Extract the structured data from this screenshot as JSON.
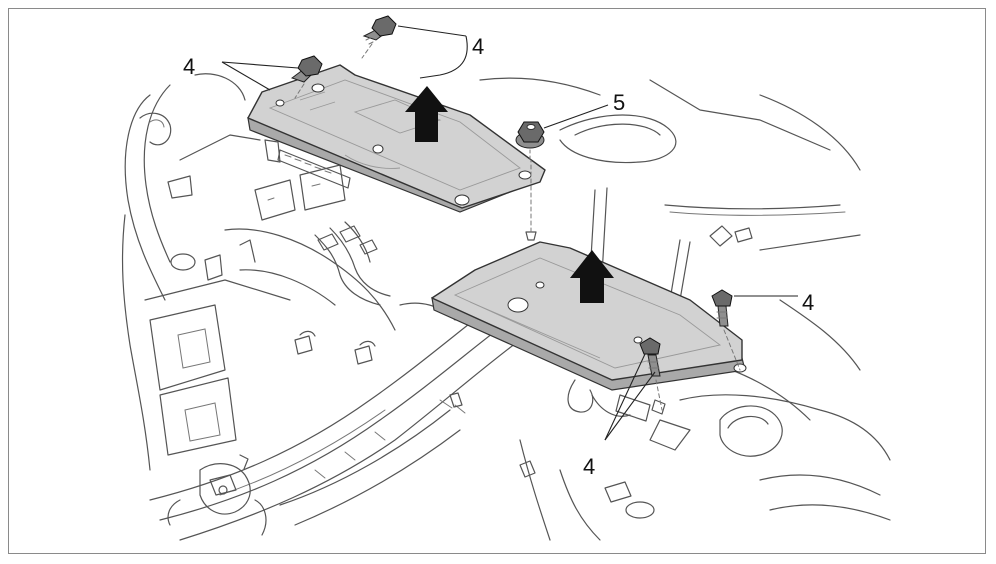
{
  "callouts": {
    "top_left_bolt": "4",
    "top_right_bolt": "4",
    "nut": "5",
    "right_bolt": "4",
    "bottom_bolt": "4"
  },
  "colors": {
    "cover_fill": "#d2d2d2",
    "line_art": "#555555",
    "arrow": "#111111",
    "frame_border": "#8a8a8a"
  }
}
